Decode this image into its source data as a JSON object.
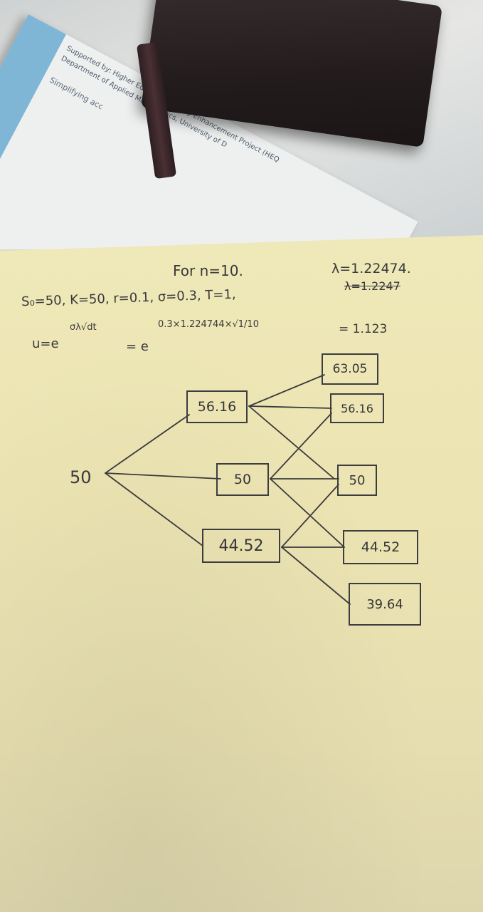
{
  "background_doc": {
    "line1": "Supported by: Higher Education Quality Enhancement Project (HEQ",
    "line2": "Department of Applied Mathematics, University of D",
    "line3": "Simplifying acc"
  },
  "note": {
    "heading": "For n=10.",
    "lambda_value": "λ=1.22474.",
    "lambda_struck": "λ=1.2247",
    "params": "S₀=50, K=50, r=0.1, σ=0.3, T=1,",
    "u_formula": "u=e",
    "u_exponent": "σλ√dt",
    "equals_e": "= e",
    "e_exponent": "0.3×1.224744×√1/10",
    "result": "= 1.123"
  },
  "tree": {
    "root": "50",
    "step1": [
      "56.16",
      "50",
      "44.52"
    ],
    "step2": [
      "63.05",
      "56.16",
      "50",
      "44.52",
      "39.64"
    ]
  }
}
